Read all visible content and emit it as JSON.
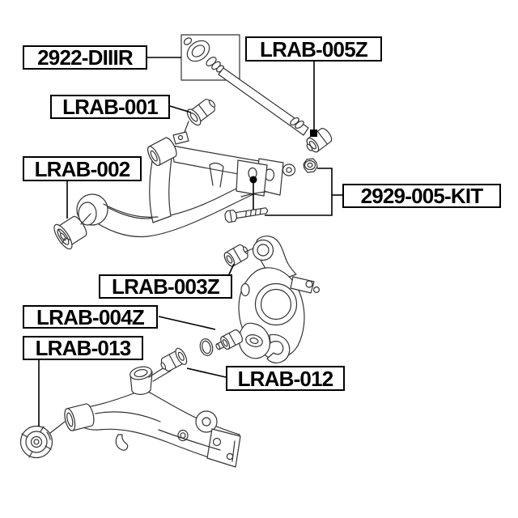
{
  "diagram": {
    "kind": "exploded-suspension-parts-diagram",
    "colors": {
      "background": "#ffffff",
      "line": "#333333",
      "label_border": "#000000",
      "label_text": "#000000"
    }
  },
  "labels": [
    {
      "text": "2922-DIIIR",
      "part": "inner-cv-joint-drawing"
    },
    {
      "text": "LRAB-005Z",
      "part": "lrab-005z-bushing-drawing"
    },
    {
      "text": "LRAB-001",
      "part": "lrab-001-bushing-drawing"
    },
    {
      "text": "LRAB-002",
      "part": "lrab-002-bushing-drawing"
    },
    {
      "text": "2929-005-KIT",
      "part": "kit-bolt-washer-nut"
    },
    {
      "text": "LRAB-003Z",
      "part": "lrab-003z-bushing-drawing"
    },
    {
      "text": "LRAB-004Z",
      "part": "lrab-004z-bushing-drawing"
    },
    {
      "text": "LRAB-013",
      "part": "lrab-013-bushing-drawing"
    },
    {
      "text": "LRAB-012",
      "part": "lrab-012-bushing-drawing"
    }
  ],
  "parts": [
    "inner-cv-joint-drawing",
    "link-rod-drawing",
    "lrab-005z-bushing-drawing",
    "lrab-001-bushing-drawing",
    "upper-control-arm-drawing",
    "lrab-002-bushing-drawing",
    "kit-bolt-drawing",
    "kit-washer-drawing",
    "kit-nut-drawing",
    "knuckle-drawing",
    "lrab-003z-bushing-drawing",
    "lrab-004z-bushing-drawing",
    "lower-control-arm-drawing",
    "lrab-012-bushing-drawing",
    "lrab-013-bushing-drawing"
  ]
}
